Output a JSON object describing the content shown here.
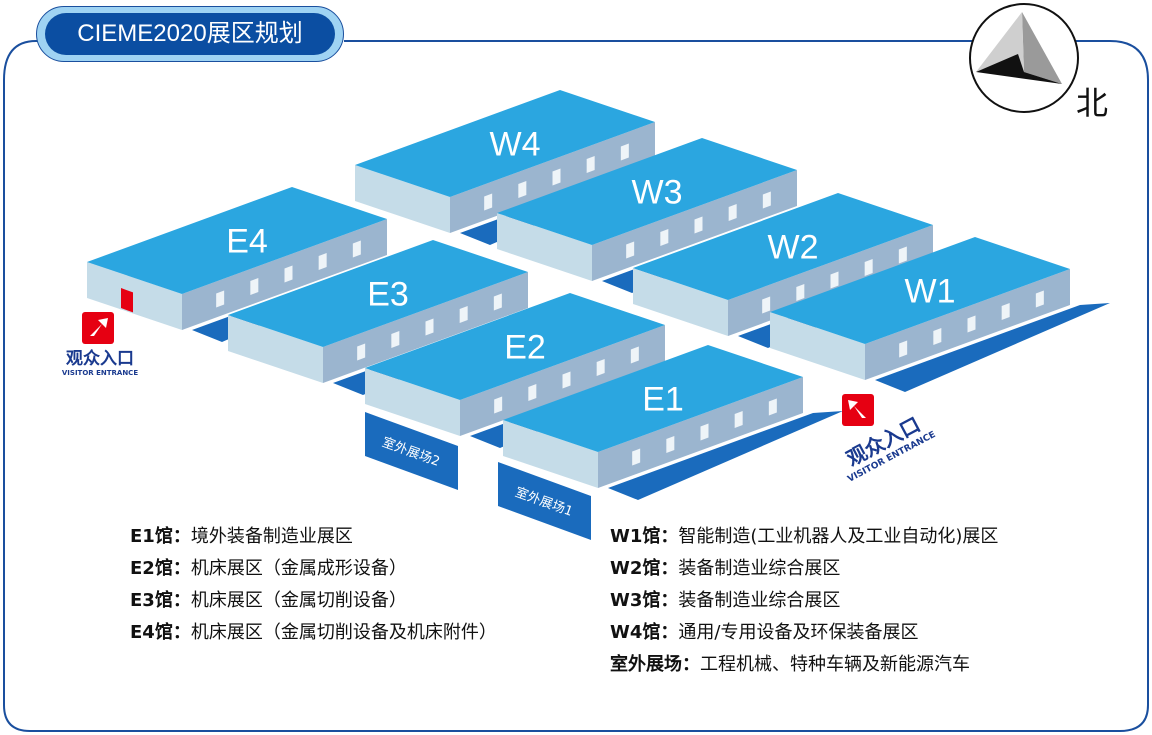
{
  "title": "CIEME2020展区规划",
  "compass": {
    "north_label": "北"
  },
  "halls": [
    {
      "name": "W4"
    },
    {
      "name": "W3"
    },
    {
      "name": "W2"
    },
    {
      "name": "W1"
    },
    {
      "name": "E4"
    },
    {
      "name": "E3"
    },
    {
      "name": "E2"
    },
    {
      "name": "E1"
    }
  ],
  "outdoor_areas": [
    {
      "label": "室外展场2"
    },
    {
      "label": "室外展场1"
    }
  ],
  "entrances": [
    {
      "cn": "观众入口",
      "en": "VISITOR ENTRANCE"
    },
    {
      "cn": "观众入口",
      "en": "VISITOR ENTRANCE"
    }
  ],
  "legend": {
    "left": [
      {
        "hall": "E1馆：",
        "desc": "境外装备制造业展区"
      },
      {
        "hall": "E2馆：",
        "desc": "机床展区（金属成形设备）"
      },
      {
        "hall": "E3馆：",
        "desc": "机床展区（金属切削设备）"
      },
      {
        "hall": "E4馆：",
        "desc": "机床展区（金属切削设备及机床附件）"
      }
    ],
    "right": [
      {
        "hall": "W1馆：",
        "desc": "智能制造(工业机器人及工业自动化)展区"
      },
      {
        "hall": "W2馆：",
        "desc": "装备制造业综合展区"
      },
      {
        "hall": "W3馆：",
        "desc": "装备制造业综合展区"
      },
      {
        "hall": "W4馆：",
        "desc": "通用/专用设备及环保装备展区"
      },
      {
        "hall": "室外展场：",
        "desc": "工程机械、特种车辆及新能源汽车"
      }
    ]
  },
  "colors": {
    "roof": "#2ba6e0",
    "front": "#9bb5cf",
    "side": "#c5dce8",
    "shadow": "#1a6bbd",
    "frame": "#1a4f9e",
    "entrance": "#e60012"
  }
}
